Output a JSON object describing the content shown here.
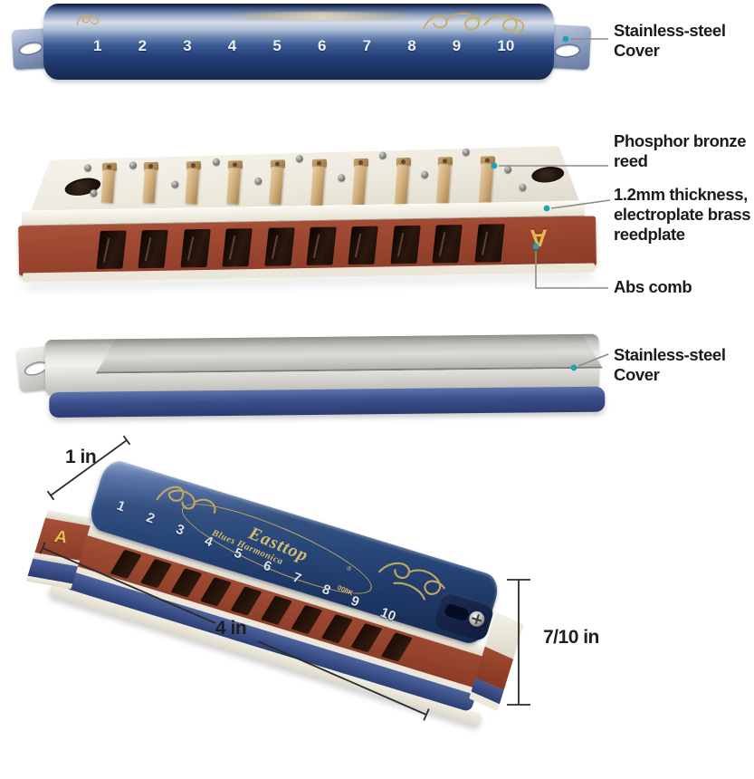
{
  "callouts": [
    {
      "id": "cover-top",
      "lines": [
        "Stainless-steel",
        "Cover"
      ]
    },
    {
      "id": "reed",
      "lines": [
        "Phosphor bronze",
        "reed"
      ]
    },
    {
      "id": "reedplate",
      "lines": [
        "1.2mm thickness,",
        "electroplate brass",
        "reedplate"
      ]
    },
    {
      "id": "comb",
      "lines": [
        "Abs comb"
      ]
    },
    {
      "id": "cover-bottom",
      "lines": [
        "Stainless-steel",
        "Cover"
      ]
    }
  ],
  "top_cover": {
    "hole_numbers": [
      "1",
      "2",
      "3",
      "4",
      "5",
      "6",
      "7",
      "8",
      "9",
      "10"
    ]
  },
  "reedplate_assembly": {
    "key_letter": "A"
  },
  "assembled_view": {
    "brand": "Easttop",
    "registered": "®",
    "product_line": "Blues Harmonica",
    "model": "008K",
    "key_letter": "A",
    "hole_numbers": [
      "1",
      "2",
      "3",
      "4",
      "5",
      "6",
      "7",
      "8",
      "9",
      "10"
    ]
  },
  "dimensions": {
    "depth": "1 in",
    "length": "4 in",
    "height": "7/10 in"
  },
  "colors": {
    "marker_dot": "#1fa0b5",
    "leader_line": "#8c8c8c",
    "dimension_line": "#2b2b2b",
    "cover_blue": "#27437c",
    "comb_brown": "#9c4630",
    "reed_bronze": "#cfae7b",
    "engraving_gold": "#c8ab5f",
    "label_text": "#1b1b1b"
  }
}
